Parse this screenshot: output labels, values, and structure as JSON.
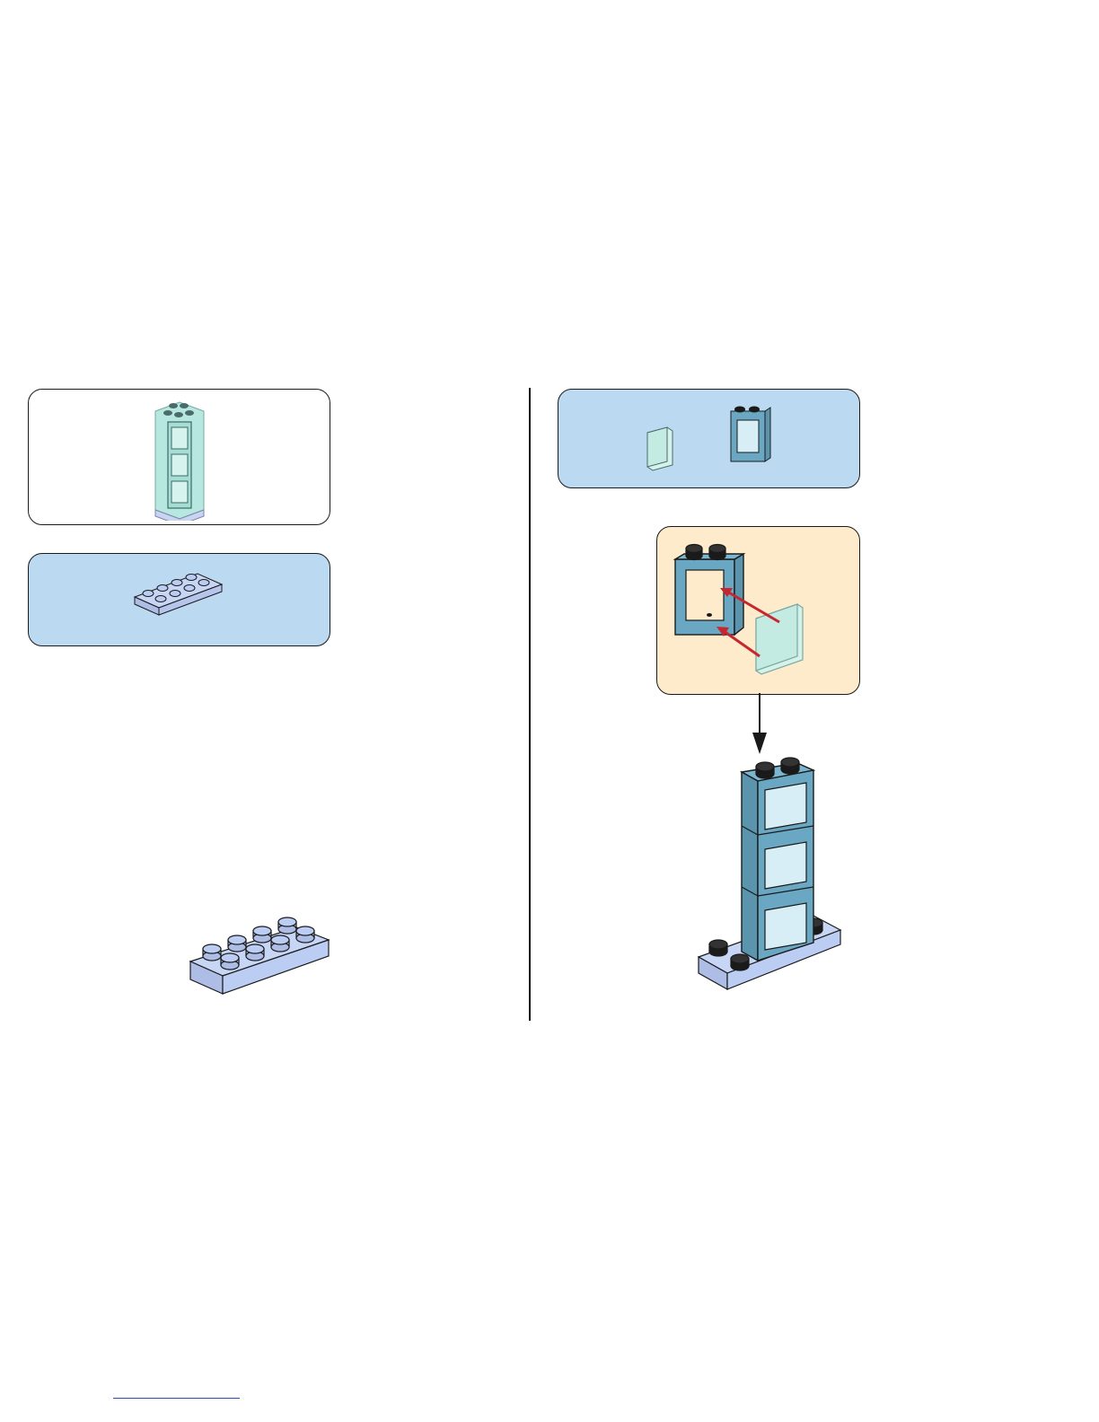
{
  "page": {
    "background": "#ffffff"
  },
  "colors": {
    "parts_panel": "#bcd9f2",
    "callout_panel": "#fdebcc",
    "preview_panel": "#ffffff",
    "outline": "#1a1a1a",
    "brick_blue": "#6aa7c3",
    "plate_lavender": "#bccdf3",
    "glass": "#c9efe6",
    "arrow_red": "#c6262e",
    "footer_link": "#2b4db5"
  },
  "steps": [
    {
      "kind": "model-preview",
      "parts": [
        "tall-window-tower"
      ]
    },
    {
      "kind": "parts-list",
      "parts": [
        "plate-2x4"
      ]
    },
    {
      "kind": "parts-list",
      "parts": [
        "glass-pane-1x2x2",
        "window-frame-1x2x2"
      ]
    },
    {
      "kind": "callout",
      "parts": [
        "window-frame-1x2x2",
        "glass-pane-1x2x2"
      ]
    }
  ],
  "icons": [
    "arrow-down-icon",
    "insert-arrow-icon"
  ]
}
